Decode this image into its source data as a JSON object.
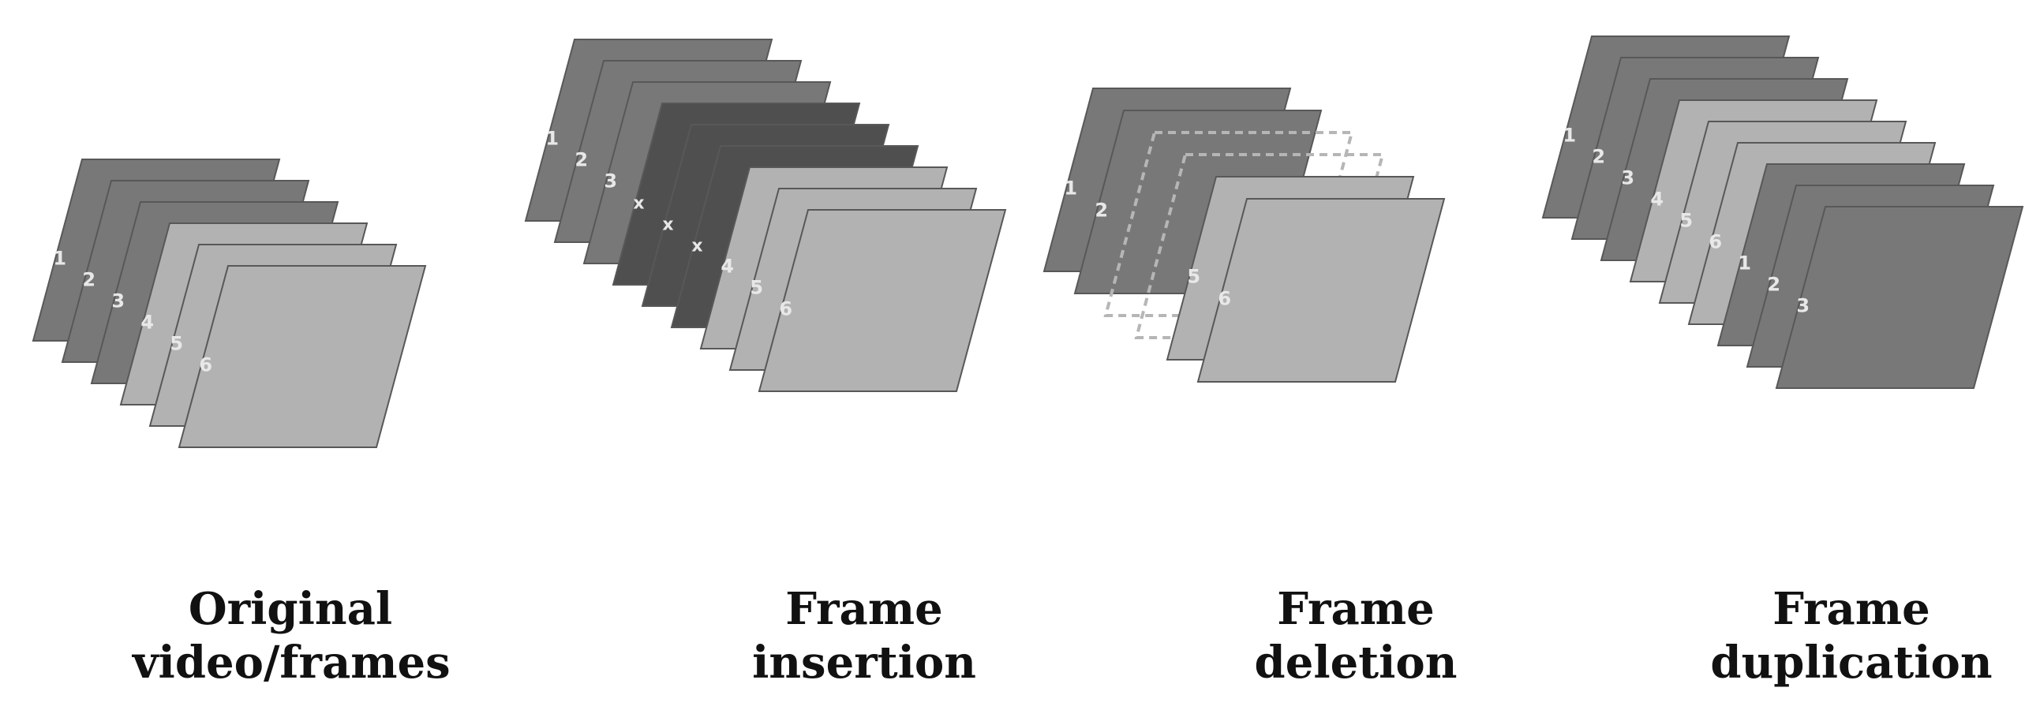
{
  "colors": {
    "dark_frame": "#787878",
    "light_frame": "#b2b2b2",
    "inserted_frame": "#4f4f4f",
    "frame_border": "#585858",
    "deleted_outline": "#b6b6b6",
    "frame_number": "#e8e8e8",
    "caption_text": "#111111"
  },
  "groups": [
    {
      "id": "original",
      "caption_line1": "Original",
      "caption_line2": "video/frames",
      "frames": [
        {
          "label": "1",
          "kind": "dark"
        },
        {
          "label": "2",
          "kind": "dark"
        },
        {
          "label": "3",
          "kind": "dark"
        },
        {
          "label": "4",
          "kind": "light"
        },
        {
          "label": "5",
          "kind": "light"
        },
        {
          "label": "6",
          "kind": "light"
        }
      ]
    },
    {
      "id": "insertion",
      "caption_line1": "Frame",
      "caption_line2": "insertion",
      "frames": [
        {
          "label": "1",
          "kind": "dark"
        },
        {
          "label": "2",
          "kind": "dark"
        },
        {
          "label": "3",
          "kind": "dark"
        },
        {
          "label": "x",
          "kind": "inserted"
        },
        {
          "label": "x",
          "kind": "inserted"
        },
        {
          "label": "x",
          "kind": "inserted"
        },
        {
          "label": "4",
          "kind": "light"
        },
        {
          "label": "5",
          "kind": "light"
        },
        {
          "label": "6",
          "kind": "light"
        }
      ]
    },
    {
      "id": "deletion",
      "caption_line1": "Frame",
      "caption_line2": "deletion",
      "frames": [
        {
          "label": "1",
          "kind": "dark"
        },
        {
          "label": "2",
          "kind": "dark"
        },
        {
          "label": "",
          "kind": "deleted"
        },
        {
          "label": "",
          "kind": "deleted"
        },
        {
          "label": "5",
          "kind": "light"
        },
        {
          "label": "6",
          "kind": "light"
        }
      ]
    },
    {
      "id": "duplication",
      "caption_line1": "Frame",
      "caption_line2": "duplication",
      "frames": [
        {
          "label": "1",
          "kind": "dark"
        },
        {
          "label": "2",
          "kind": "dark"
        },
        {
          "label": "3",
          "kind": "dark"
        },
        {
          "label": "4",
          "kind": "light"
        },
        {
          "label": "5",
          "kind": "light"
        },
        {
          "label": "6",
          "kind": "light"
        },
        {
          "label": "1",
          "kind": "dark"
        },
        {
          "label": "2",
          "kind": "dark"
        },
        {
          "label": "3",
          "kind": "dark"
        }
      ]
    }
  ]
}
